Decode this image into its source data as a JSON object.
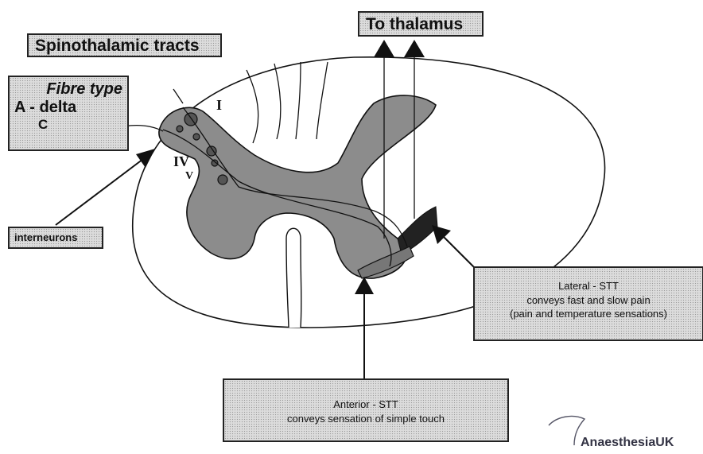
{
  "title": "Spinothalamic tracts",
  "to_thalamus": "To thalamus",
  "fibre": {
    "heading": "Fibre type",
    "a_delta": "A - delta",
    "c": "C"
  },
  "laminae": {
    "i": "I",
    "iv": "IV",
    "v": "V"
  },
  "interneurons": "interneurons",
  "lateral": {
    "line1": "Lateral - STT",
    "line2": "conveys fast and slow pain",
    "line3": "(pain and temperature sensations)"
  },
  "anterior": {
    "line1": "Anterior - STT",
    "line2": "conveys sensation of simple touch"
  },
  "logo": "AnaesthesiaUK",
  "colors": {
    "grey_matter": "#8c8c8c",
    "outline": "#111111",
    "box_bg": "#dcdcdc"
  }
}
